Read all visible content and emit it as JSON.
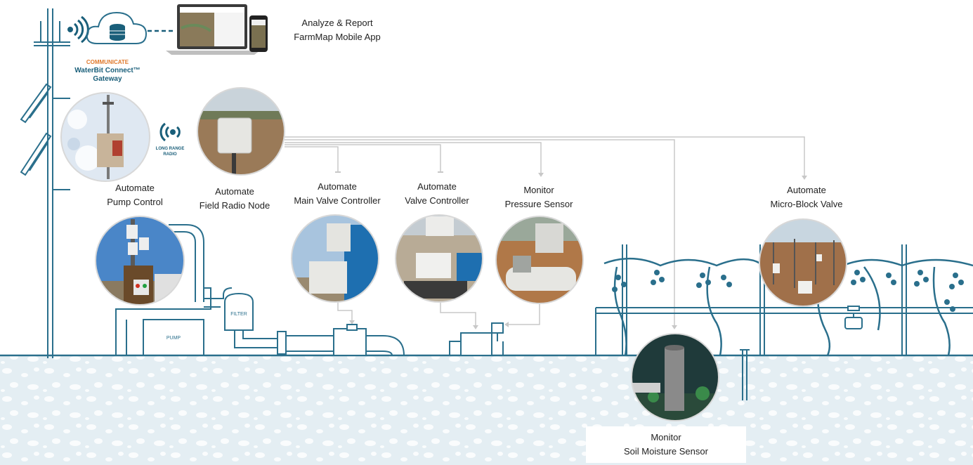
{
  "colors": {
    "line": "#2a6f8c",
    "pipe": "#2a6f8c",
    "connector": "#c8c8c8",
    "soil": "#e4eef3",
    "orange": "#e07a2d",
    "gateway_blue": "#1a5f7a"
  },
  "labels": {
    "analyze": {
      "line1": "Analyze & Report",
      "line2": "FarmMap Mobile App"
    },
    "gateway": {
      "line1": "COMMUNICATE",
      "line2": "WaterBit Connect™",
      "line3": "Gateway"
    },
    "long_range": {
      "line1": "LONG RANGE",
      "line2": "RADIO"
    },
    "pump_control": {
      "line1": "Automate",
      "line2": "Pump Control"
    },
    "field_radio": {
      "line1": "Automate",
      "line2": "Field Radio Node"
    },
    "main_valve": {
      "line1": "Automate",
      "line2": "Main Valve Controller"
    },
    "valve_controller": {
      "line1": "Automate",
      "line2": "Valve Controller"
    },
    "pressure_sensor": {
      "line1": "Monitor",
      "line2": "Pressure Sensor"
    },
    "micro_block": {
      "line1": "Automate",
      "line2": "Micro-Block Valve"
    },
    "soil_moisture": {
      "line1": "Monitor",
      "line2": "Soil Moisture Sensor"
    },
    "pump": "PUMP",
    "filter": "FILTER"
  },
  "icons": [
    "wifi-signal-icon",
    "cloud-database-icon",
    "laptop-icon",
    "phone-icon",
    "radio-signal-icon",
    "solar-panel-icon",
    "grapevine-icon"
  ]
}
